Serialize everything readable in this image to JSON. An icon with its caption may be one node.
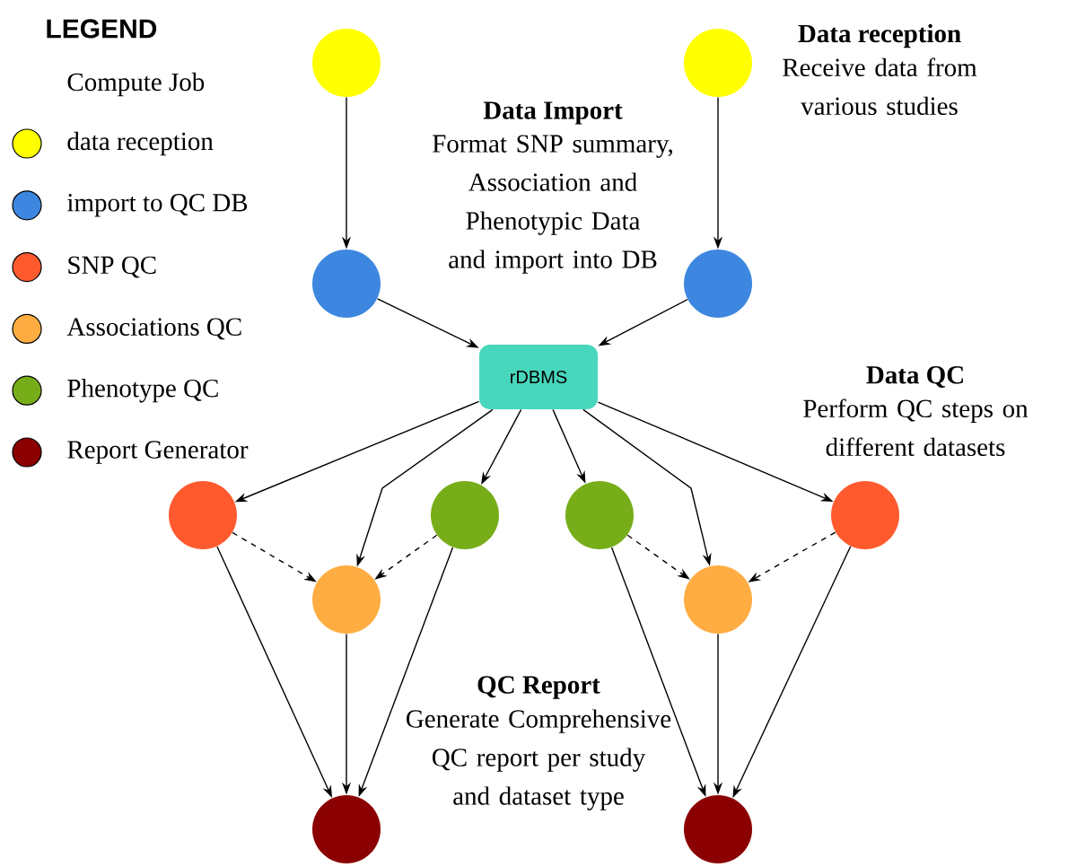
{
  "diagram": {
    "nodes": [
      {
        "text": [],
        "shape": "circle"
      },
      {
        "text": [],
        "shape": "circle"
      },
      {
        "text": [],
        "shape": "circle"
      },
      {
        "text": [],
        "shape": "circle"
      },
      {
        "text": [
          "rDBMS"
        ]
      },
      {
        "text": [],
        "shape": "circle"
      },
      {
        "text": [],
        "shape": "circle"
      },
      {
        "text": [],
        "shape": "circle"
      },
      {
        "text": [],
        "shape": "circle"
      },
      {
        "text": [],
        "shape": "circle"
      },
      {
        "text": [],
        "shape": "circle"
      },
      {
        "text": [],
        "shape": "circle"
      },
      {
        "text": [],
        "shape": "circle"
      }
    ],
    "edges": [
      {
        "from": 0,
        "to": 2,
        "arrow": "to"
      },
      {
        "from": 1,
        "to": 3,
        "arrow": "to"
      },
      {
        "from": 2,
        "to": 4,
        "arrow": "to"
      },
      {
        "from": 3,
        "to": 4,
        "arrow": "to"
      },
      {
        "from": 4,
        "to": 5,
        "arrow": "to"
      },
      {
        "from": 4,
        "to": 9,
        "arrow": "to"
      },
      {
        "from": 4,
        "to": 6,
        "arrow": "to"
      },
      {
        "from": 4,
        "to": 7,
        "arrow": "to"
      },
      {
        "from": 4,
        "to": 10,
        "arrow": "to"
      },
      {
        "from": 4,
        "to": 8,
        "arrow": "to"
      },
      {
        "from": 5,
        "to": 9,
        "arrow": "to",
        "style": "dashed"
      },
      {
        "from": 6,
        "to": 9,
        "arrow": "to",
        "style": "dashed"
      },
      {
        "from": 7,
        "to": 10,
        "arrow": "to",
        "style": "dashed"
      },
      {
        "from": 8,
        "to": 10,
        "arrow": "to",
        "style": "dashed"
      },
      {
        "from": 5,
        "to": 11,
        "arrow": "to"
      },
      {
        "from": 9,
        "to": 11,
        "arrow": "to"
      },
      {
        "from": 6,
        "to": 11,
        "arrow": "to"
      },
      {
        "from": 7,
        "to": 12,
        "arrow": "to"
      },
      {
        "from": 10,
        "to": 12,
        "arrow": "to"
      },
      {
        "from": 8,
        "to": 12,
        "arrow": "to"
      }
    ],
    "labels": [
      "LEGEND",
      "Compute Job",
      "Data reception",
      "Receive data from various studies",
      "Data Import",
      "Format SNP summary, Association and Phenotypic Data and import into DB",
      "Data QC",
      "Perform QC steps on different datasets",
      "QC Report",
      "Generate Comprehensive QC report per study and dataset type"
    ],
    "legend": [
      {
        "text": "data reception",
        "color": "#ffff00"
      },
      {
        "text": "import to QC DB",
        "color": "#3d87e0"
      },
      {
        "text": "SNP QC",
        "color": "#ff5a2e"
      },
      {
        "text": "Associations QC",
        "color": "#ffad42"
      },
      {
        "text": "Phenotype QC",
        "color": "#77ad19"
      },
      {
        "text": "Report Generator",
        "color": "#8b0000"
      }
    ]
  }
}
